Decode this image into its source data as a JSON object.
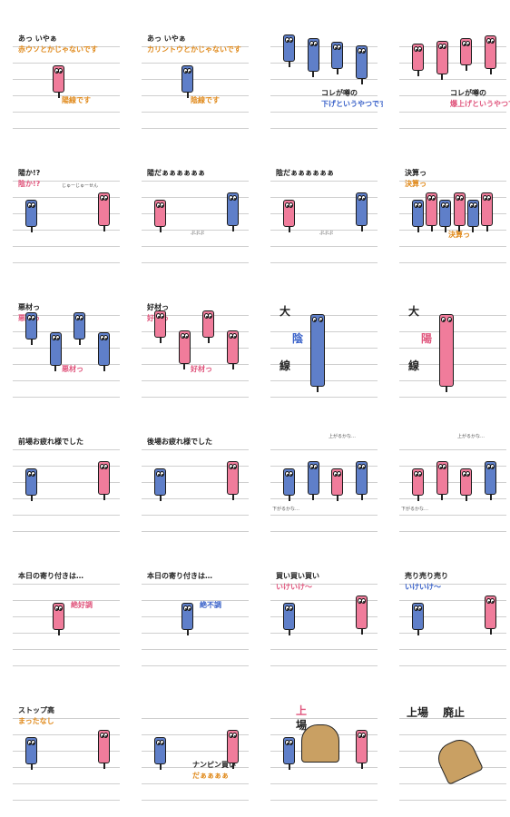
{
  "stickers": [
    {
      "id": 1,
      "lines": [
        "あっ いやぁ",
        "赤ウソとかじゃないです"
      ],
      "label": "陽線です",
      "candles": [
        "red"
      ],
      "accent": "orange"
    },
    {
      "id": 2,
      "lines": [
        "あっ いやぁ",
        "カリントウとかじゃないです"
      ],
      "label": "陰線です",
      "candles": [
        "blue"
      ],
      "accent": "orange"
    },
    {
      "id": 3,
      "lines": [
        "コレが噂の",
        "下げというやつです"
      ],
      "label": "",
      "candles": [
        "blue",
        "blue",
        "blue",
        "blue"
      ],
      "accent": "blue"
    },
    {
      "id": 4,
      "lines": [
        "コレが噂の",
        "爆上げというやつです"
      ],
      "label": "",
      "candles": [
        "red",
        "red",
        "red",
        "red"
      ],
      "accent": "pink"
    },
    {
      "id": 5,
      "lines": [
        "陽か!?",
        "陰か!?"
      ],
      "label": "じゅーじゅーせん",
      "candles": [
        "blue",
        "red"
      ],
      "accent": "pink"
    },
    {
      "id": 6,
      "lines": [
        "陽だぁぁぁぁぁぁ"
      ],
      "label": "ぷぷぷ",
      "candles": [
        "red",
        "blue"
      ],
      "accent": "pink"
    },
    {
      "id": 7,
      "lines": [
        "陰だぁぁぁぁぁぁ"
      ],
      "label": "ぷぷぷ",
      "candles": [
        "red",
        "blue"
      ],
      "accent": "blue"
    },
    {
      "id": 8,
      "lines": [
        "決算っ",
        "決算っ"
      ],
      "label": "決算っ",
      "candles": [
        "blue",
        "red",
        "blue",
        "red",
        "blue",
        "red"
      ],
      "accent": "orange"
    },
    {
      "id": 9,
      "lines": [
        "悪材っ",
        "悪材っ"
      ],
      "label": "悪材っ",
      "candles": [
        "blue",
        "blue",
        "blue",
        "blue"
      ],
      "accent": "pink"
    },
    {
      "id": 10,
      "lines": [
        "好材っ",
        "好材っ"
      ],
      "label": "好材っ",
      "candles": [
        "red",
        "red",
        "red",
        "red"
      ],
      "accent": "pink"
    },
    {
      "id": 11,
      "lines": [
        "大",
        "陰",
        "線"
      ],
      "label": "",
      "candles": [
        "blue"
      ],
      "accent": "blue"
    },
    {
      "id": 12,
      "lines": [
        "大",
        "陽",
        "線"
      ],
      "label": "",
      "candles": [
        "red"
      ],
      "accent": "pink"
    },
    {
      "id": 13,
      "lines": [
        "前場お疲れ様でした"
      ],
      "label": "",
      "candles": [
        "blue",
        "red"
      ],
      "accent": "pink"
    },
    {
      "id": 14,
      "lines": [
        "後場お疲れ様でした"
      ],
      "label": "",
      "candles": [
        "blue",
        "red"
      ],
      "accent": "pink"
    },
    {
      "id": 15,
      "lines": [
        "上がるかな…",
        "下がるかな…"
      ],
      "label": "",
      "candles": [
        "blue",
        "blue",
        "red",
        "blue"
      ],
      "accent": "pink"
    },
    {
      "id": 16,
      "lines": [
        "上がるかな…",
        "下がるかな…"
      ],
      "label": "",
      "candles": [
        "red",
        "red",
        "red",
        "blue"
      ],
      "accent": "pink"
    },
    {
      "id": 17,
      "lines": [
        "本日の寄り付きは…"
      ],
      "label": "絶好調",
      "candles": [
        "red"
      ],
      "accent": "pink"
    },
    {
      "id": 18,
      "lines": [
        "本日の寄り付きは…"
      ],
      "label": "絶不調",
      "candles": [
        "blue"
      ],
      "accent": "blue"
    },
    {
      "id": 19,
      "lines": [
        "買い買い買い",
        "いけいけ〜"
      ],
      "label": "",
      "candles": [
        "blue",
        "red"
      ],
      "accent": "pink"
    },
    {
      "id": 20,
      "lines": [
        "売り売り売り",
        "いけいけ〜"
      ],
      "label": "",
      "candles": [
        "blue",
        "red"
      ],
      "accent": "blue"
    },
    {
      "id": 21,
      "lines": [
        "ストップ高",
        "まったなし"
      ],
      "label": "",
      "candles": [
        "blue",
        "red"
      ],
      "accent": "orange"
    },
    {
      "id": 22,
      "lines": [
        "ナンピン買い",
        "だぁぁぁぁ"
      ],
      "label": "",
      "candles": [
        "blue",
        "red"
      ],
      "accent": "orange"
    },
    {
      "id": 23,
      "lines": [
        "上",
        "場"
      ],
      "label": "",
      "candles": [
        "blue",
        "red"
      ],
      "accent": "orange"
    },
    {
      "id": 24,
      "lines": [
        "上場",
        "廃止"
      ],
      "label": "",
      "candles": [],
      "accent": "orange"
    }
  ],
  "colors": {
    "red": "#f07c9b",
    "blue": "#5f7fc9",
    "accent_orange": "#e08a1c",
    "accent_pink": "#e0567d",
    "accent_blue": "#3a62c9"
  }
}
